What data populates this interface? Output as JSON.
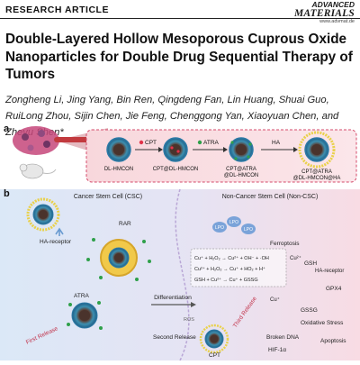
{
  "header": {
    "article_type": "RESEARCH ARTICLE",
    "journal_line1": "ADVANCED",
    "journal_line2": "MATERIALS",
    "journal_url": "www.advmat.de"
  },
  "title": "Double-Layered Hollow Mesoporous Cuprous Oxide Nanoparticles for Double Drug Sequential Therapy of Tumors",
  "authors": "Zongheng Li, Jing Yang, Bin Ren, Qingdeng Fan, Lin Huang, Shuai Guo, RuiLong Zhou, Sijin Chen, Jie Feng, Chenggong Yan, Xiaoyuan Chen, and Zheyu Shen*",
  "figure": {
    "panel_a": {
      "letter": "a",
      "nanoparticles": [
        "DL-HMCON",
        "CPT@DL-HMCON",
        "CPT@ATRA\n@DL-HMCON",
        "CPT@ATRA\n@DL-HMCON@HA"
      ],
      "reagents": [
        "CPT",
        "ATRA",
        "HA"
      ]
    },
    "panel_b": {
      "letter": "b",
      "csc_label": "Cancer Stem Cell (CSC)",
      "noncsc_label": "Non-Cancer Stem Cell (Non-CSC)",
      "ha_receptor": "HA-receptor",
      "ha_receptor_right": "HA-receptor",
      "rar": "RAR",
      "atra": "ATRA",
      "first_release": "First Release",
      "differentiation": "Differentiation",
      "ros": "ROS",
      "second_release": "Second Release",
      "third_release": "Third Release",
      "cpt": "CPT",
      "broken_dna": "Broken DNA",
      "hif": "HIF-1α",
      "apoptosis": "Apoptosis",
      "ferroptosis": "Ferroptosis",
      "gsh": "GSH",
      "gpx4": "GPX4",
      "gssg": "GSSG",
      "oxidative_stress": "Oxidative Stress",
      "lpo": "LPO",
      "cu_plus": "Cu⁺",
      "cu2_plus": "Cu²⁺",
      "reactions": [
        "Cu⁺ + H₂O₂ → Cu²⁺ + OH⁻ + ·OH",
        "Cu²⁺ + H₂O₂ → Cu⁺ + HO₂ + H⁺",
        "GSH + Cu²⁺ → Cu⁺ + GSSG"
      ]
    }
  }
}
